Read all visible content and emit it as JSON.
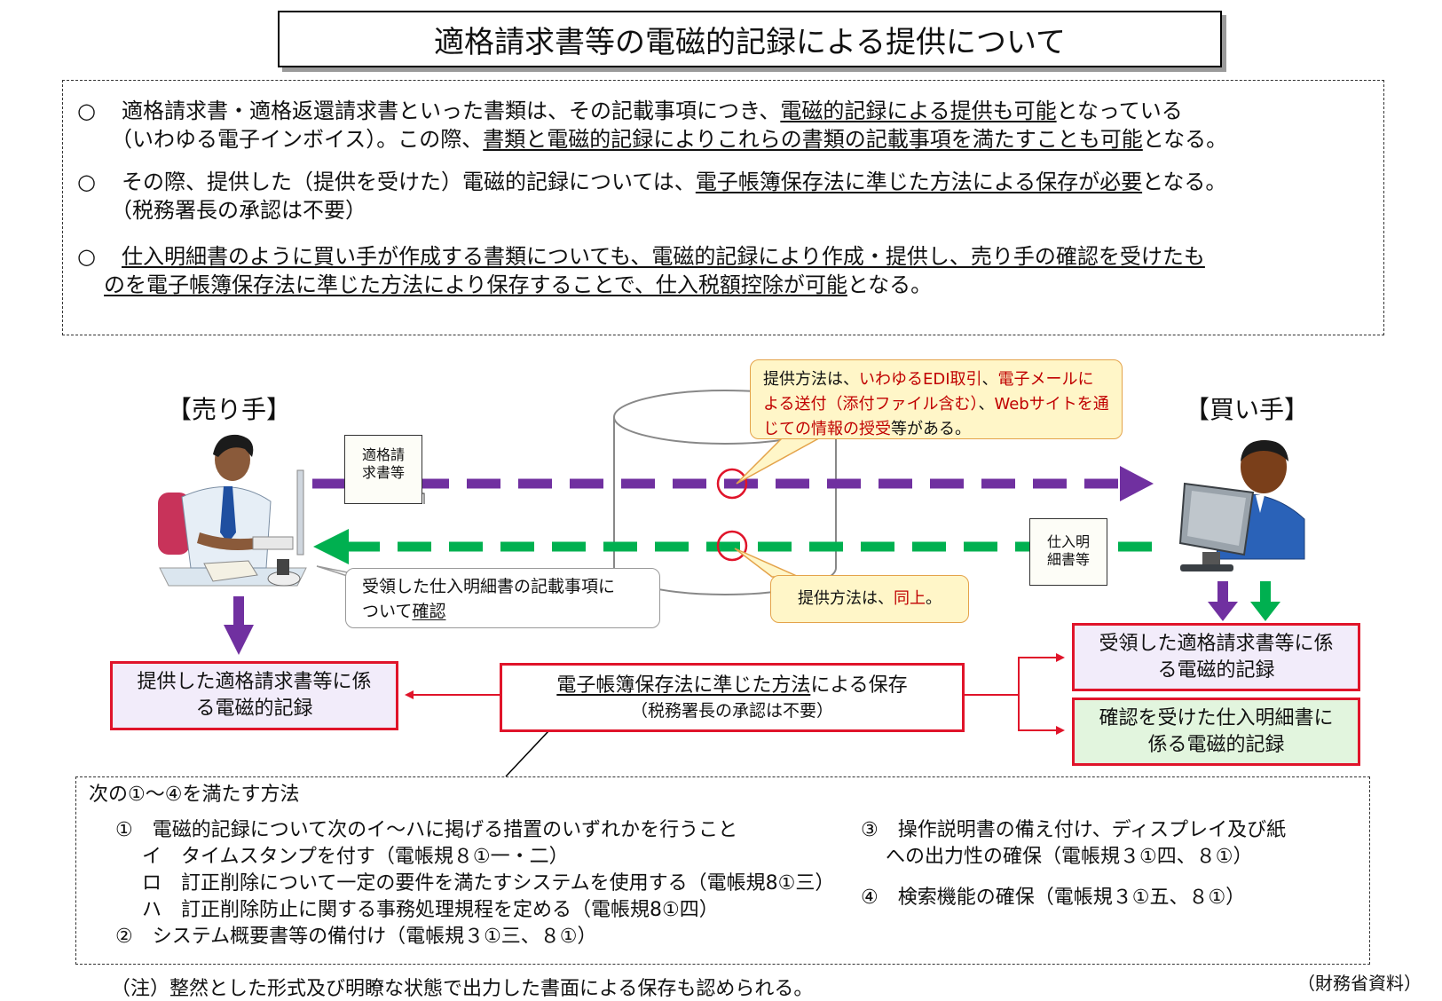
{
  "title": "適格請求書等の電磁的記録による提供について",
  "summary": {
    "mark": "○",
    "b1": {
      "l1_a": "適格請求書・適格返還請求書といった書類は、その記載事項につき、",
      "l1_u": "電磁的記録による提供も可能",
      "l1_c": "となっている",
      "l2_a": "（いわゆる電子インボイス）。この際、",
      "l2_u": "書類と電磁的記録によりこれらの書類の記載事項を満たすことも可能",
      "l2_c": "となる。"
    },
    "b2": {
      "l1_a": "その際、提供した（提供を受けた）電磁的記録については、",
      "l1_u": "電子帳簿保存法に準じた方法による保存が必要",
      "l1_c": "となる。",
      "l2": "（税務署長の承認は不要）"
    },
    "b3": {
      "l1_u": "仕入明細書のように買い手が作成する書類についても、電磁的記録により作成・提供し、売り手の確認を受けたも",
      "l2_u": "のを電子帳簿保存法に準じた方法により保存することで、仕入税額控除が可能",
      "l2_c": "となる。"
    }
  },
  "seller_label": "【売り手】",
  "buyer_label": "【買い手】",
  "doc_invoice": {
    "l1": "適格請",
    "l2": "求書等"
  },
  "doc_purchase": {
    "l1": "仕入明",
    "l2": "細書等"
  },
  "callout_top": {
    "p1": "提供方法は、",
    "r1": "いわゆるEDI取引",
    "p2": "、",
    "r2": "電子メールによる送付（添付ファイル含む）",
    "p3": "、",
    "r3": "Webサイトを通じての情報の授受",
    "p4": "等がある。"
  },
  "callout_bottom": {
    "p1": "提供方法は、",
    "r1": "同上",
    "p2": "。"
  },
  "confirm_bubble": {
    "l1": "受領した仕入明細書の記載事項に",
    "l2a": "ついて",
    "l2u": "確認"
  },
  "box_seller": {
    "l1": "提供した適格請求書等に係",
    "l2": "る電磁的記録"
  },
  "box_center": {
    "l1u": "電子帳簿保存法に準じた方法",
    "l1c": "による保存",
    "l2": "（税務署長の承認は不要）"
  },
  "box_buyer1": {
    "l1": "受領した適格請求書等に係",
    "l2": "る電磁的記録"
  },
  "box_buyer2": {
    "l1": "確認を受けた仕入明細書に",
    "l2": "係る電磁的記録"
  },
  "methods": {
    "heading": "次の①～④を満たす方法",
    "m1": "①　電磁的記録について次のイ～ハに掲げる措置のいずれかを行うこと",
    "m1a": "イ　タイムスタンプを付す（電帳規８①一・二）",
    "m1b": "ロ　訂正削除について一定の要件を満たすシステムを使用する（電帳規8①三）",
    "m1c": "ハ　訂正削除防止に関する事務処理規程を定める（電帳規8①四）",
    "m2": "②　システム概要書等の備付け（電帳規３①三、８①）",
    "m3a": "③　操作説明書の備え付け、ディスプレイ及び紙",
    "m3b": "への出力性の確保（電帳規３①四、８①）",
    "m4": "④　検索機能の確保（電帳規３①五、８①）"
  },
  "note": "（注）整然とした形式及び明瞭な状態で出力した書面による保存も認められる。",
  "source": "（財務省資料）",
  "colors": {
    "purple": "#7030a0",
    "green": "#00b050",
    "red": "#e0142a",
    "redText": "#c00000"
  }
}
